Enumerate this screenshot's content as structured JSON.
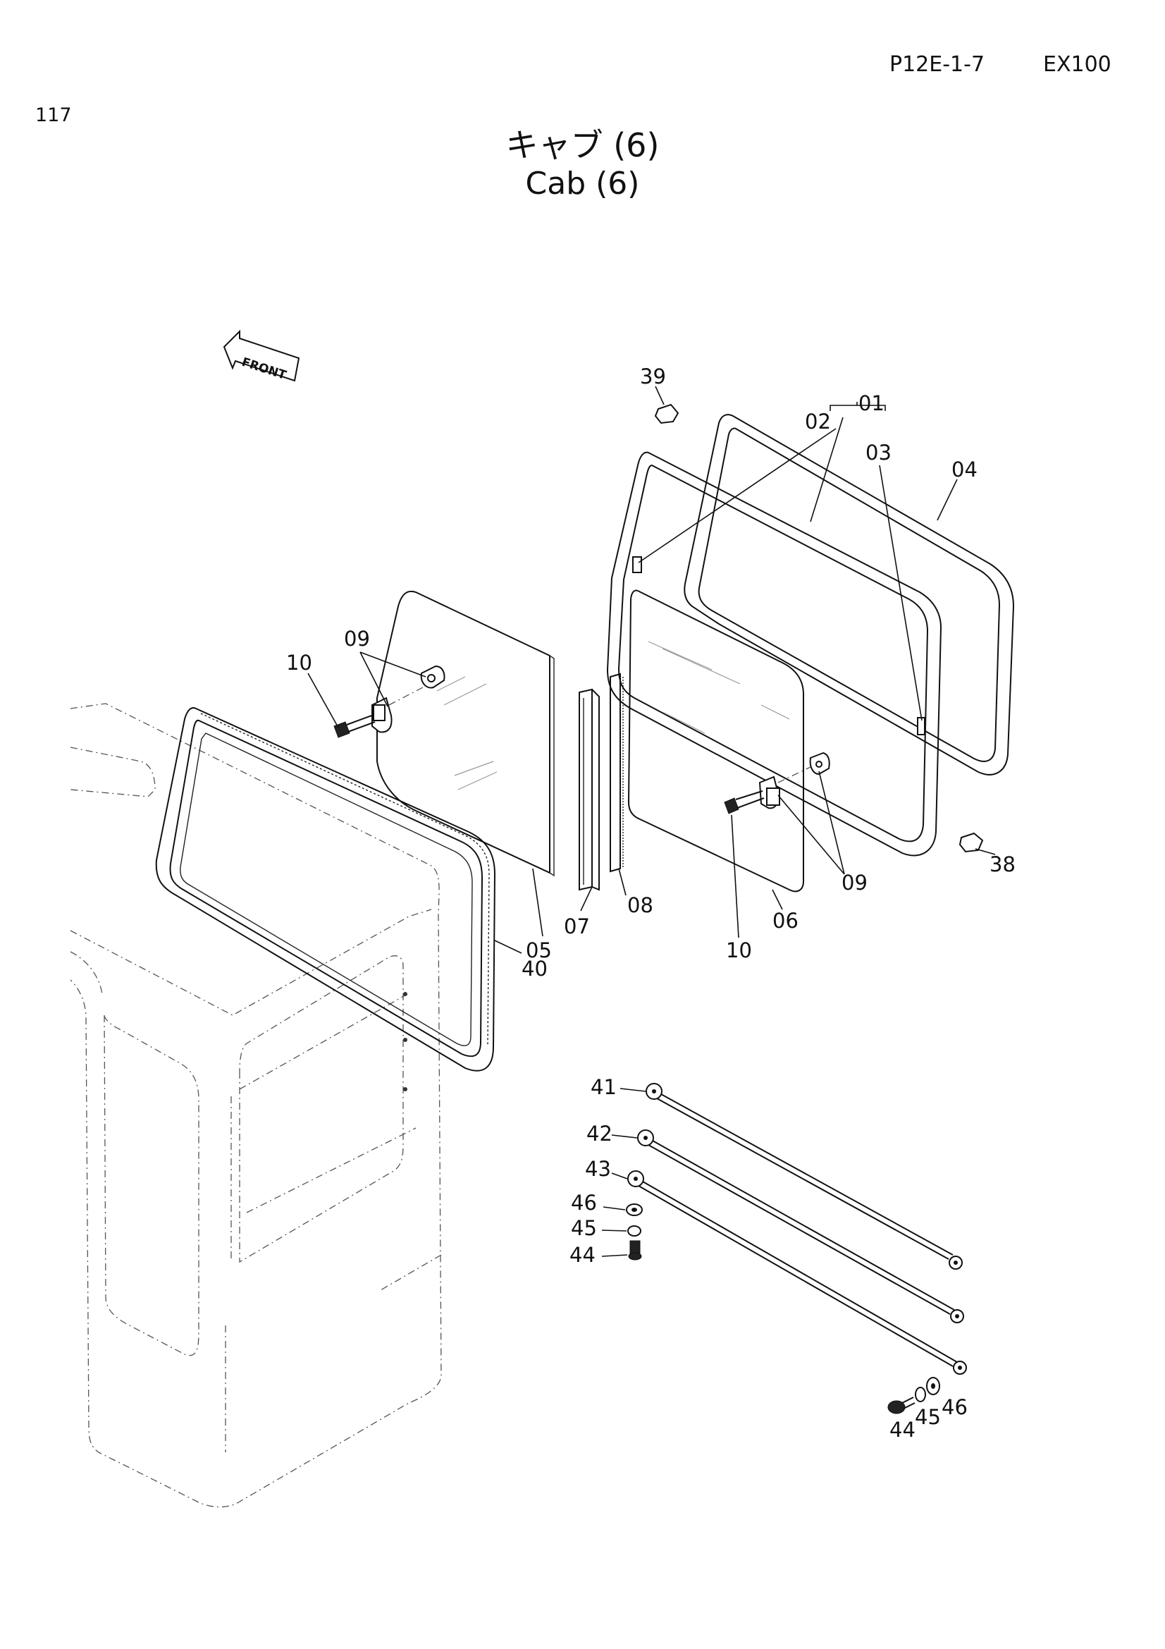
{
  "header": {
    "page_number": "117",
    "code": "P12E-1-7",
    "model": "EX100"
  },
  "title": {
    "japanese": "キャブ (6)",
    "english": "Cab (6)"
  },
  "front_marker": {
    "label": "FRONT",
    "icon": "front-arrow-icon"
  },
  "callouts": {
    "c01": "01",
    "c02": "02",
    "c03": "03",
    "c04": "04",
    "c05": "05",
    "c06": "06",
    "c07": "07",
    "c08": "08",
    "c09a": "09",
    "c09b": "09",
    "c10a": "10",
    "c10b": "10",
    "c38": "38",
    "c39": "39",
    "c40": "40",
    "c41": "41",
    "c42": "42",
    "c43": "43",
    "c44a": "44",
    "c44b": "44",
    "c45a": "45",
    "c45b": "45",
    "c46a": "46",
    "c46b": "46"
  }
}
